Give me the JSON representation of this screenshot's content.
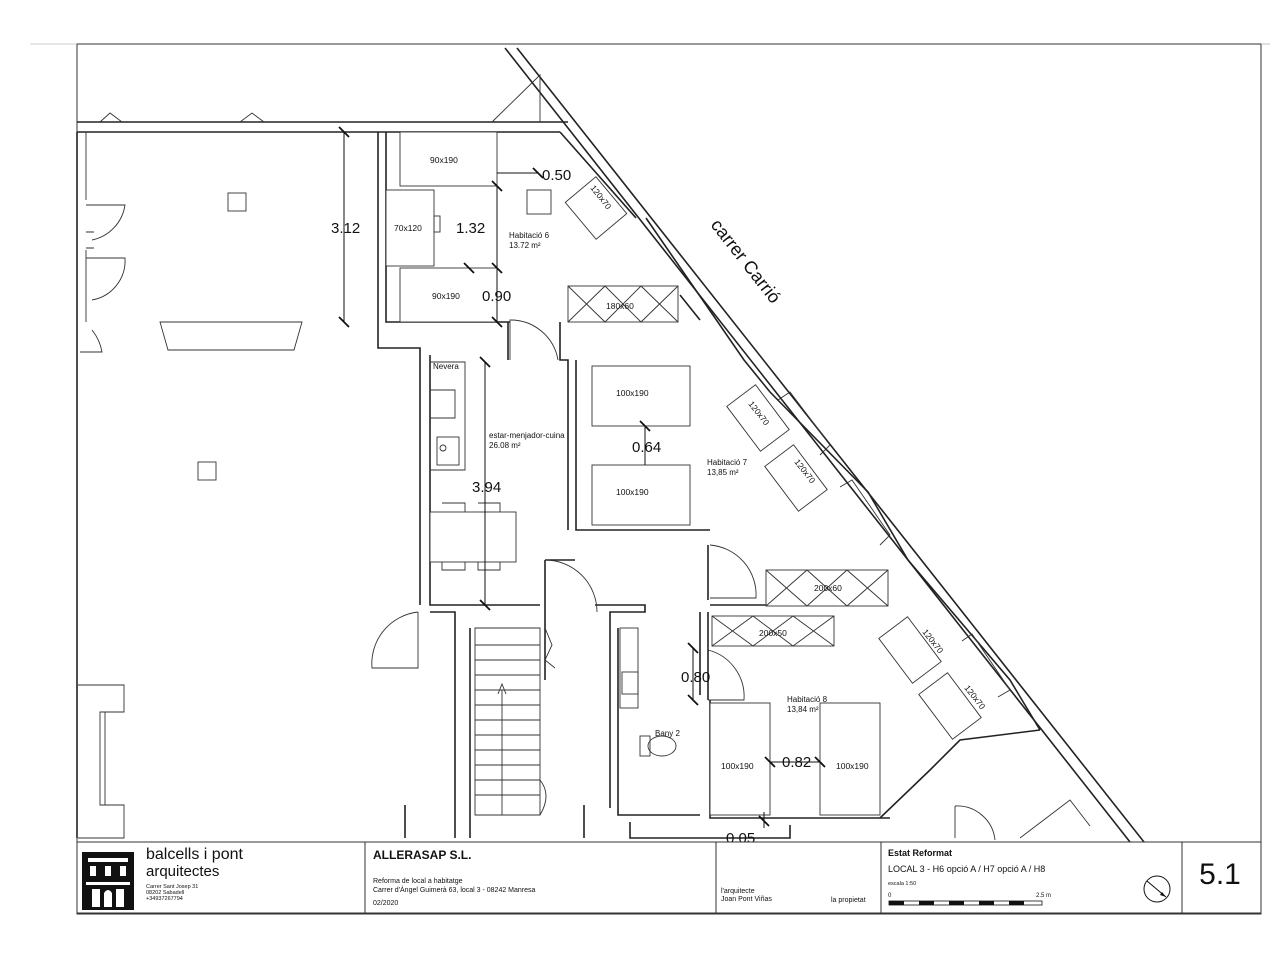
{
  "street": "carrer Carrió",
  "dimensions": {
    "d312": "3.12",
    "d132": "1.32",
    "d050": "0.50",
    "d090": "0.90",
    "d064": "0.64",
    "d394": "3.94",
    "d080": "0.80",
    "d082": "0.82",
    "d005": "0.05"
  },
  "rooms": {
    "hab6": {
      "name": "Habitació 6",
      "area": "13.72 m²"
    },
    "hab7": {
      "name": "Habitació 7",
      "area": "13,85 m²"
    },
    "hab8": {
      "name": "Habitació 8",
      "area": "13,84 m²"
    },
    "estar": {
      "name": "estar-menjador-cuina",
      "area": "26.08 m²"
    },
    "bany": {
      "name": "Bany 2"
    },
    "nevera": {
      "name": "Nevera"
    }
  },
  "furniture": {
    "bed_6a": "90x190",
    "bed_6b": "90x190",
    "desk_6": "70x120",
    "desk_6b": "120x70",
    "closet_6": "180x60",
    "bed_7a": "100x190",
    "bed_7b": "100x190",
    "desk_7a": "120x70",
    "desk_7b": "120x70",
    "closet_7": "200x60",
    "closet_8": "200x50",
    "bed_8a": "100x190",
    "bed_8b": "100x190",
    "desk_8a": "120x70",
    "desk_8b": "120x70"
  },
  "title_block": {
    "firm_name": "balcells i pont",
    "firm_sub": "arquitectes",
    "firm_address": [
      "Carrer Sant Josep 31",
      "08202 Sabadell",
      "+34937267794"
    ],
    "client": "ALLERASAP S.L.",
    "project_line1": "Reforma de local a habitatge",
    "project_line2": "Carrer d'Àngel Guimerà 63, local 3 - 08242 Manresa",
    "date": "02/2020",
    "architect_label": "l'arquitecte",
    "architect_name": "Joan Pont Viñas",
    "owner_label": "la propietat",
    "state": "Estat Reformat",
    "local_label": "LOCAL 3 - H6 opció A / H7 opció A / H8",
    "scale_label": "escala 1:50",
    "scale_start": "0",
    "scale_end": "2.5 m",
    "sheet_number": "5.1"
  }
}
